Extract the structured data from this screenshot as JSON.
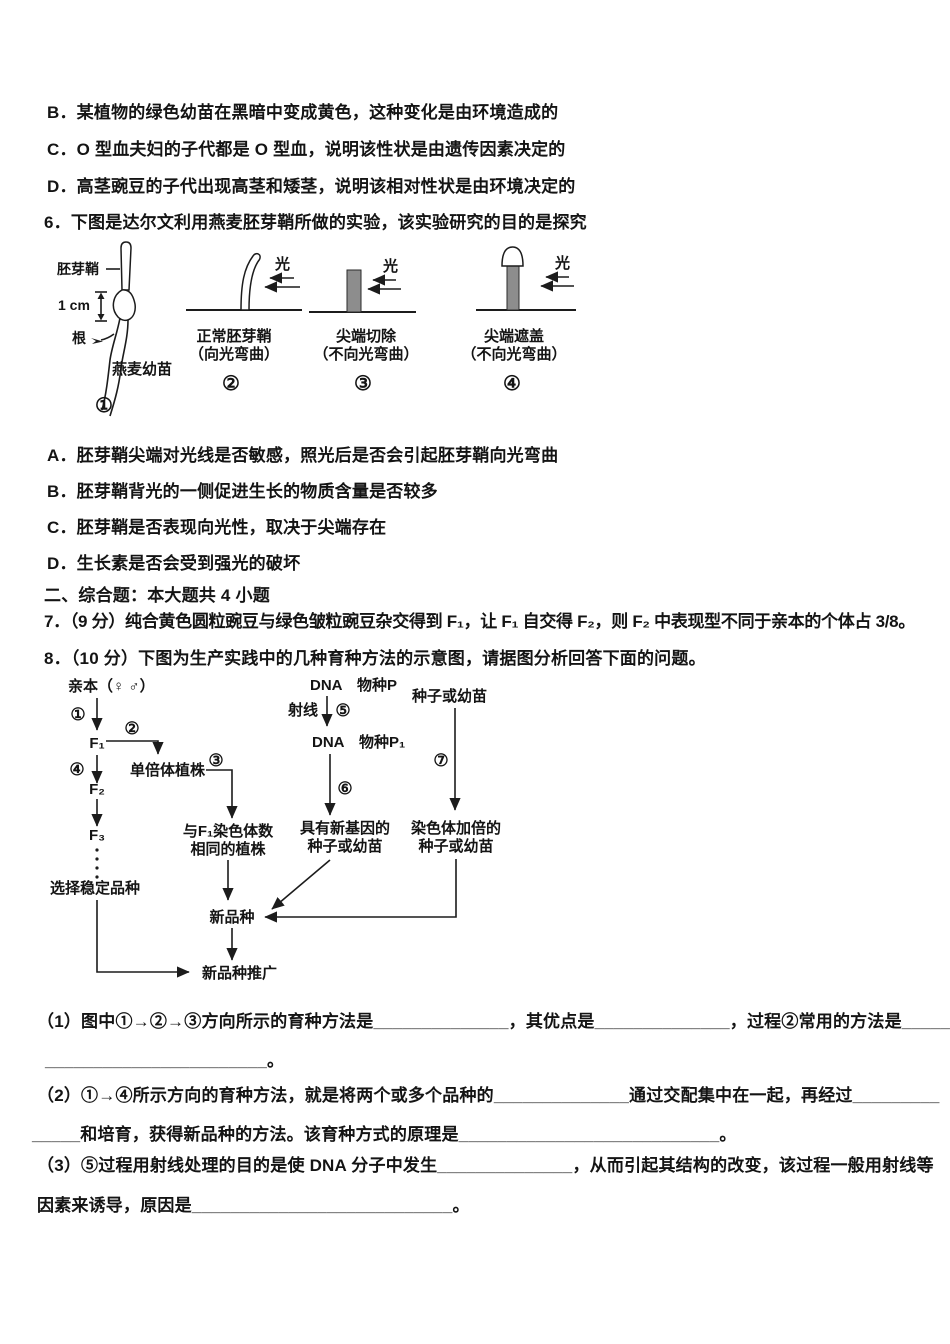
{
  "q5": {
    "options": [
      "B．某植物的绿色幼苗在黑暗中变成黄色，这种变化是由环境造成的",
      "C．O 型血夫妇的子代都是 O 型血，说明该性状是由遗传因素决定的",
      "D．高茎豌豆的子代出现高茎和矮茎，说明该相对性状是由环境决定的"
    ]
  },
  "q6": {
    "stem": "6．下图是达尔文利用燕麦胚芽鞘所做的实验，该实验研究的目的是探究",
    "figure": {
      "panel1": {
        "label_coleoptile": "胚芽鞘",
        "label_1cm": "1 cm",
        "label_root": "根",
        "label_seedling": "燕麦幼苗",
        "number": "①"
      },
      "panel2": {
        "light": "光",
        "caption1": "正常胚芽鞘",
        "caption2": "（向光弯曲）",
        "number": "②"
      },
      "panel3": {
        "light": "光",
        "caption1": "尖端切除",
        "caption2": "（不向光弯曲）",
        "number": "③"
      },
      "panel4": {
        "light": "光",
        "caption1": "尖端遮盖",
        "caption2": "（不向光弯曲）",
        "number": "④"
      }
    },
    "options": [
      "A．胚芽鞘尖端对光线是否敏感，照光后是否会引起胚芽鞘向光弯曲",
      "B．胚芽鞘背光的一侧促进生长的物质含量是否较多",
      "C．胚芽鞘是否表现向光性，取决于尖端存在",
      "D．生长素是否会受到强光的破坏"
    ]
  },
  "section2": {
    "header": "二、综合题：本大题共 4 小题"
  },
  "q7": {
    "stem": "7．（9 分）纯合黄色圆粒豌豆与绿色皱粒豌豆杂交得到 F₁，让 F₁ 自交得 F₂，则 F₂ 中表现型不同于亲本的个体占 3/8。"
  },
  "q8": {
    "stem": "8．（10 分）下图为生产实践中的几种育种方法的示意图，请据图分析回答下面的问题。",
    "flowchart": {
      "nodes": {
        "parents": "亲本（♀ ♂）",
        "f1": "F₁",
        "f2": "F₂",
        "f3": "F₃",
        "haploid": "单倍体植株",
        "same_chrom_1": "与F₁染色体数",
        "same_chrom_2": "相同的植株",
        "select_stable": "选择稳定品种",
        "dna_p": "DNA　物种P",
        "ray": "射线",
        "dna_p1": "DNA　物种P₁",
        "new_gene_1": "具有新基因的",
        "new_gene_2": "种子或幼苗",
        "seed_or_seedling": "种子或幼苗",
        "chrom_doubled_1": "染色体加倍的",
        "chrom_doubled_2": "种子或幼苗",
        "new_variety": "新品种",
        "promotion": "新品种推广"
      },
      "steps": {
        "s1": "①",
        "s2": "②",
        "s3": "③",
        "s4": "④",
        "s5": "⑤",
        "s6": "⑥",
        "s7": "⑦"
      }
    },
    "sub": [
      {
        "line1": "（1）图中①→②→③方向所示的育种方法是______________，其优点是______________，过程②常用的方法是_____",
        "line2": "_______________________。"
      },
      {
        "line1": "（2）①→④所示方向的育种方法，就是将两个或多个品种的______________通过交配集中在一起，再经过_________",
        "line2": "_____和培育，获得新品种的方法。该育种方式的原理是___________________________。"
      },
      {
        "line1": "（3）⑤过程用射线处理的目的是使 DNA 分子中发生______________，从而引起其结构的改变，该过程一般用射线等",
        "line2": "因素来诱导，原因是___________________________。"
      }
    ]
  }
}
